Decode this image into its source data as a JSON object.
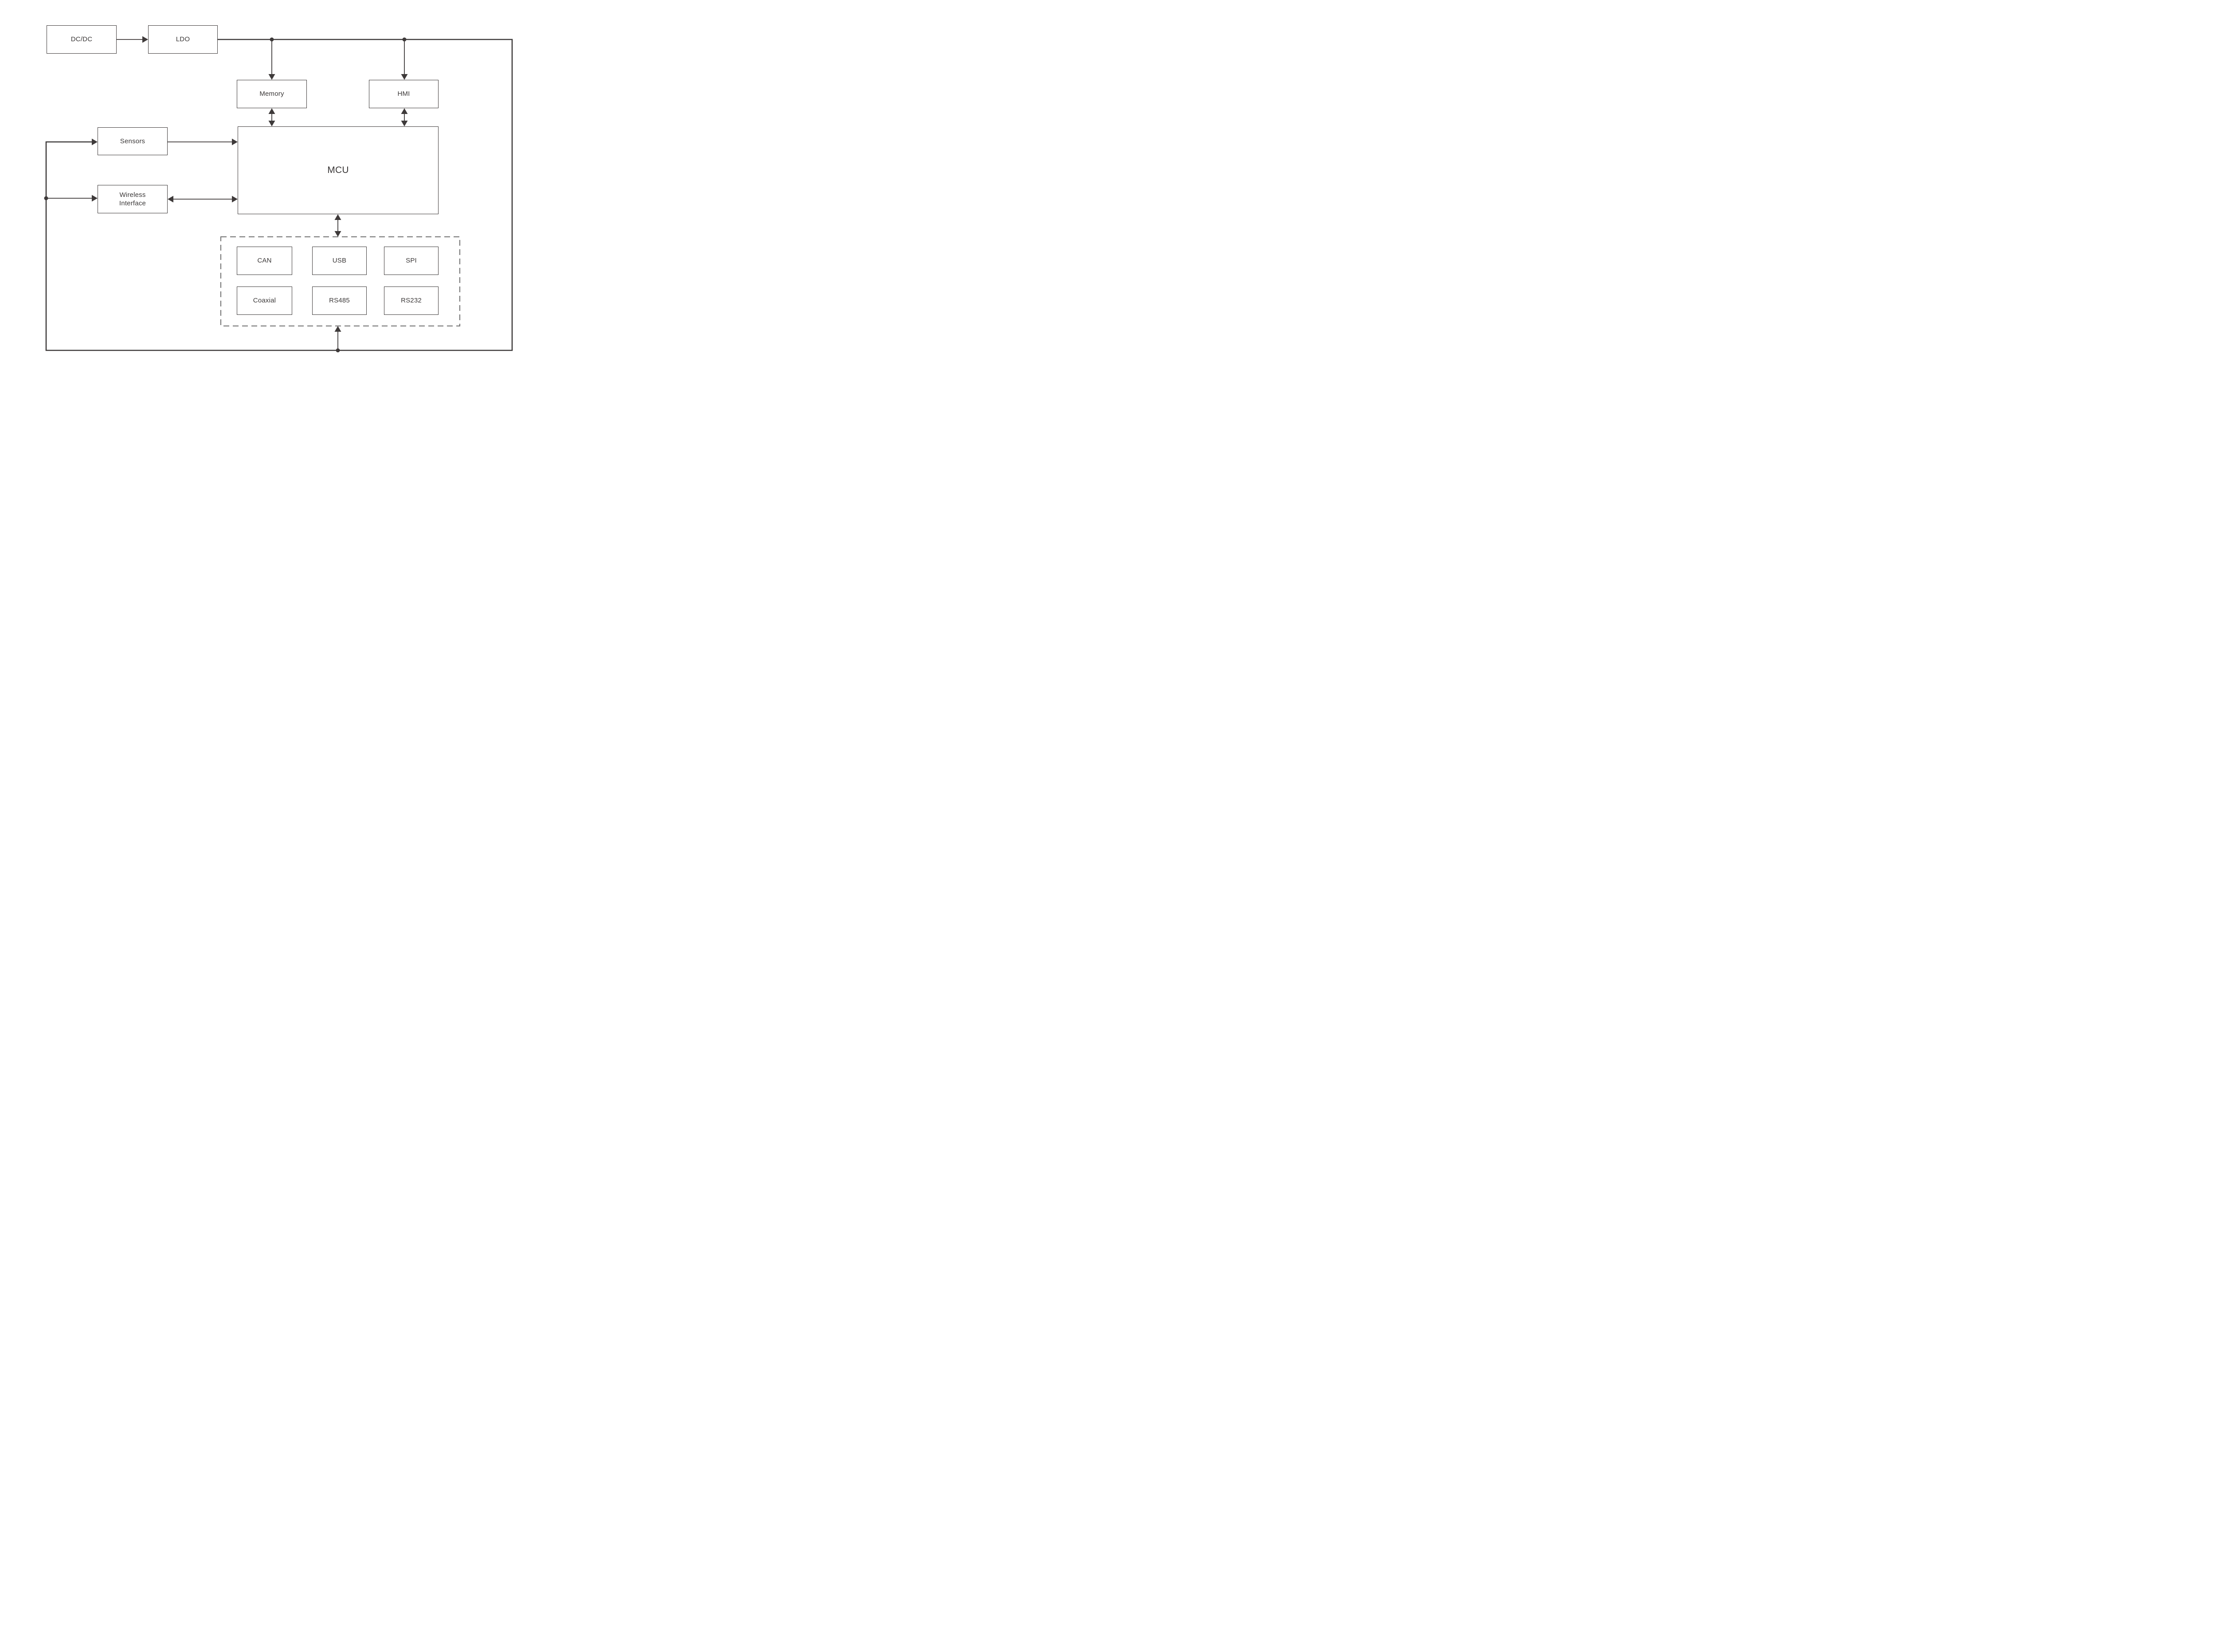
{
  "diagram": {
    "background": "#ffffff",
    "line_color": "#3e3a3a",
    "dashed_group_color": "#6f6f6f",
    "text_color": "#3a3737",
    "nodes": {
      "dcdc": {
        "label": "DC/DC"
      },
      "ldo": {
        "label": "LDO"
      },
      "memory": {
        "label": "Memory"
      },
      "hmi": {
        "label": "HMI"
      },
      "mcu": {
        "label": "MCU"
      },
      "sensors": {
        "label": "Sensors"
      },
      "wireless_interface": {
        "label": "Wireless Interface"
      },
      "can": {
        "label": "CAN"
      },
      "usb": {
        "label": "USB"
      },
      "spi": {
        "label": "SPI"
      },
      "coaxial": {
        "label": "Coaxial"
      },
      "rs485": {
        "label": "RS485"
      },
      "rs232": {
        "label": "RS232"
      }
    },
    "connections": [
      {
        "from": "dcdc",
        "to": "ldo",
        "type": "arrow"
      },
      {
        "from": "ldo",
        "to": "power-bus",
        "type": "line"
      },
      {
        "from": "power-bus",
        "to": "memory",
        "type": "arrow"
      },
      {
        "from": "power-bus",
        "to": "hmi",
        "type": "arrow"
      },
      {
        "from": "memory",
        "to": "mcu",
        "type": "bidirectional"
      },
      {
        "from": "hmi",
        "to": "mcu",
        "type": "bidirectional"
      },
      {
        "from": "power-bus",
        "to": "sensors",
        "type": "arrow"
      },
      {
        "from": "power-bus",
        "to": "wireless_interface",
        "type": "arrow"
      },
      {
        "from": "sensors",
        "to": "mcu",
        "type": "arrow"
      },
      {
        "from": "wireless_interface",
        "to": "mcu",
        "type": "bidirectional"
      },
      {
        "from": "mcu",
        "to": "interface_group",
        "type": "bidirectional"
      },
      {
        "from": "power-bus",
        "to": "interface_group",
        "type": "arrow"
      }
    ]
  }
}
